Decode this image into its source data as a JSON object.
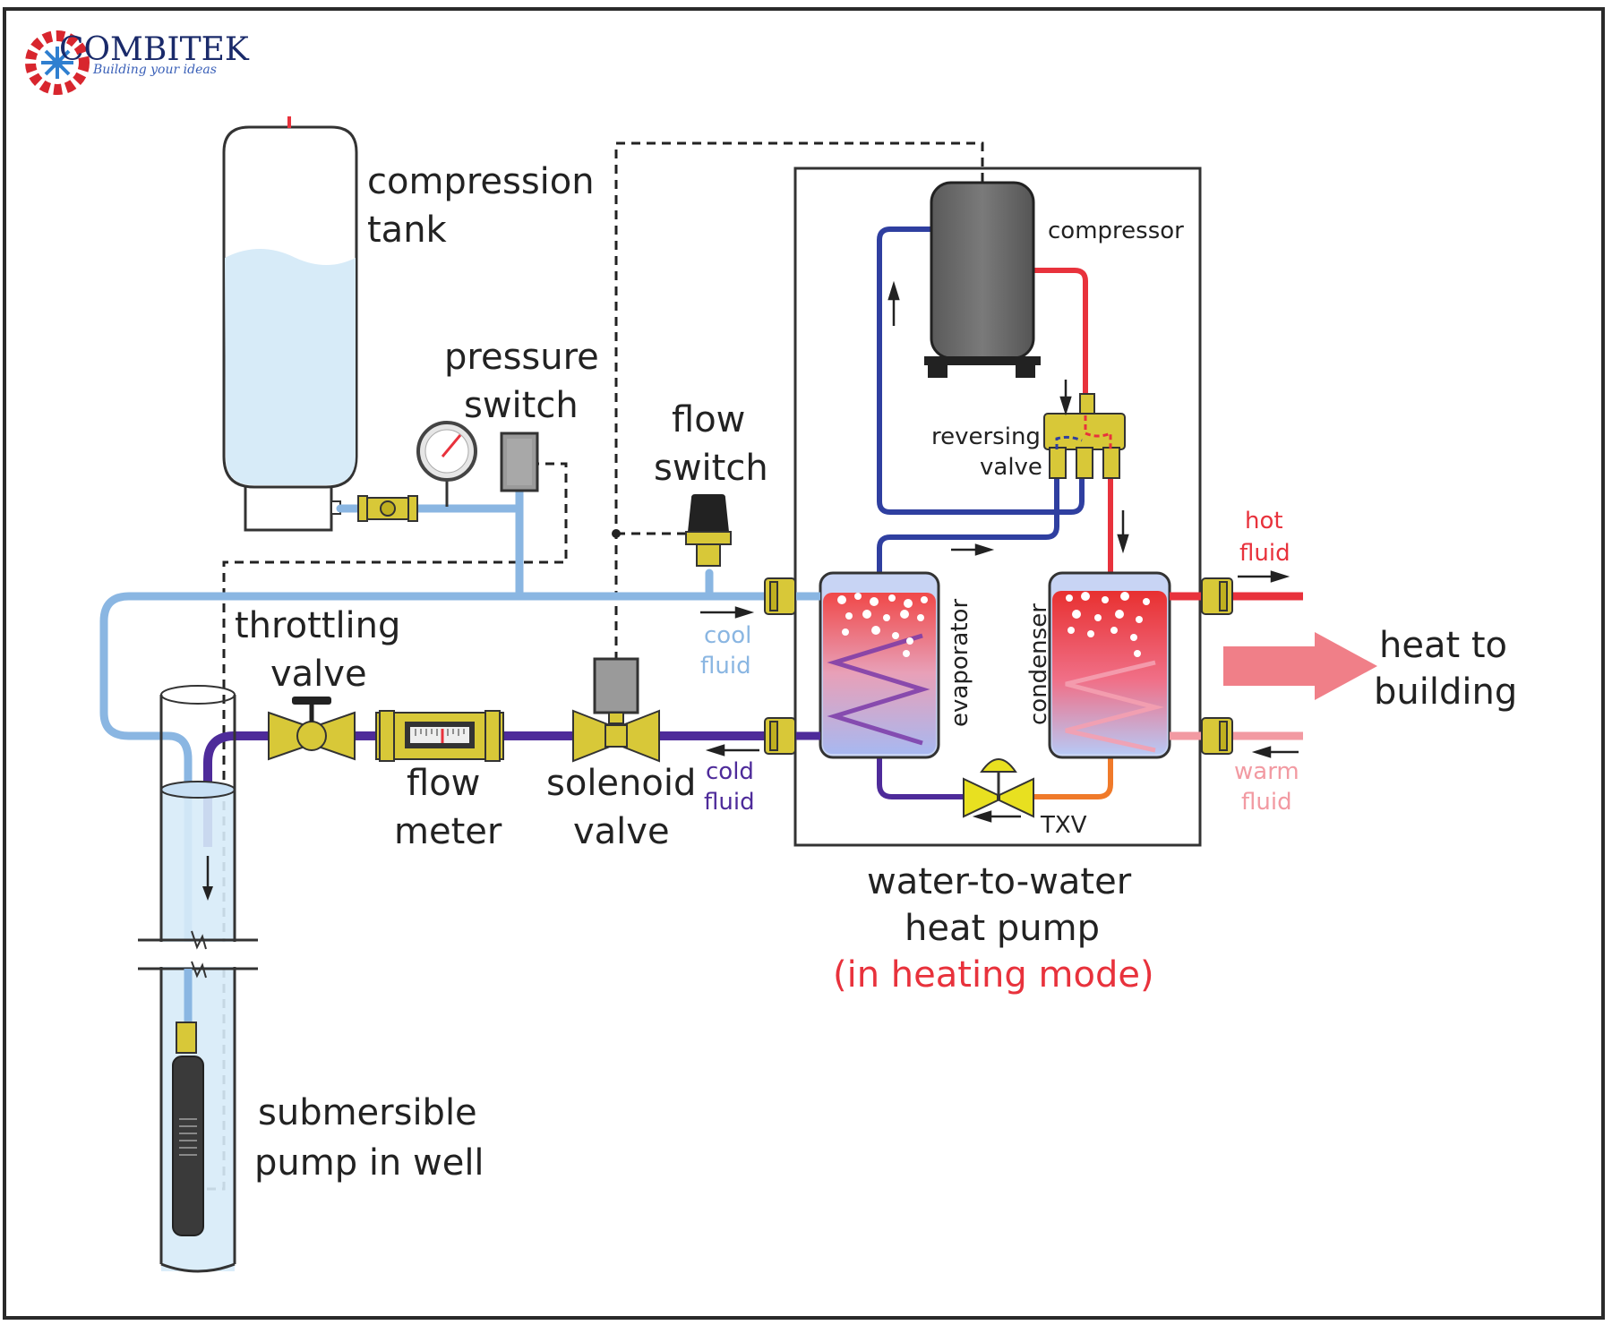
{
  "logo": {
    "name": "COMBITEK",
    "tagline": "Building your ideas"
  },
  "labels": {
    "compression_tank": [
      "compression",
      "tank"
    ],
    "pressure_switch": [
      "pressure",
      "switch"
    ],
    "flow_switch": [
      "flow",
      "switch"
    ],
    "throttling_valve": [
      "throttling",
      "valve"
    ],
    "flow_meter": [
      "flow",
      "meter"
    ],
    "solenoid_valve": [
      "solenoid",
      "valve"
    ],
    "submersible_pump": [
      "submersible",
      "pump in well"
    ],
    "compressor": "compressor",
    "reversing_valve": [
      "reversing",
      "valve"
    ],
    "evaporator": "evaporator",
    "condenser": "condenser",
    "txv": "TXV",
    "cool_fluid": [
      "cool",
      "fluid"
    ],
    "cold_fluid": [
      "cold",
      "fluid"
    ],
    "hot_fluid": [
      "hot",
      "fluid"
    ],
    "warm_fluid": [
      "warm",
      "fluid"
    ],
    "heat_to_building": [
      "heat to",
      "building"
    ],
    "heat_pump": [
      "water-to-water",
      "heat pump",
      "(in heating mode)"
    ]
  },
  "colors": {
    "cool_pipe": "#8ab6e2",
    "cold_pipe": "#4e2b9a",
    "hot_pipe": "#e8323c",
    "warm_pipe": "#f29aa2",
    "refrigerant_low": "#2f3fa0",
    "refrigerant_high": "#e8323c",
    "liquid_line": "#f07a2a",
    "brass": "#d8c838",
    "heat_arrow": "#f07f88",
    "heating_mode_text": "#e8323c",
    "water": "#d7ebf8"
  }
}
